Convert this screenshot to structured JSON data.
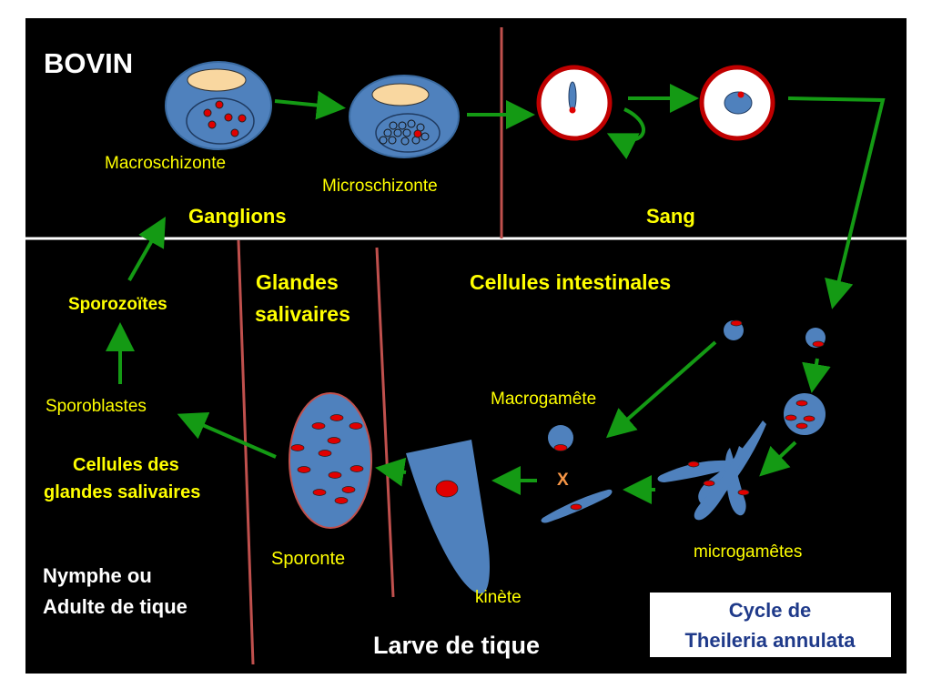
{
  "colors": {
    "background": "#000000",
    "outer": "#ffffff",
    "cell_blue": "#4f81bd",
    "nucleus_beige": "#f9d7a0",
    "parasite_red": "#e00000",
    "arrow_green": "#149a14",
    "divider_red": "#c0504d",
    "yellow_text": "#ffff00",
    "orange_x": "#f79646"
  },
  "labels": {
    "bovin": "BOVIN",
    "macroschizonte": "Macroschizonte",
    "microschizonte": "Microschizonte",
    "ganglions": "Ganglions",
    "sang": "Sang",
    "sporozoites": "Sporozoïtes",
    "glandes_line1": "Glandes",
    "glandes_line2": "salivaires",
    "cellules_intestinales": "Cellules intestinales",
    "sporoblastes": "Sporoblastes",
    "macrogamete": "Macrogamête",
    "cellules_des_line1": "Cellules des",
    "cellules_des_line2": "glandes salivaires",
    "x_mark": "X",
    "sporonte": "Sporonte",
    "microgametes": "microgamêtes",
    "nymphe_line1": "Nymphe ou",
    "nymphe_line2": "Adulte de tique",
    "kinete": "kinète",
    "larve": "Larve de tique",
    "cycle_line1": "Cycle de",
    "cycle_line2": "Theileria annulata"
  }
}
